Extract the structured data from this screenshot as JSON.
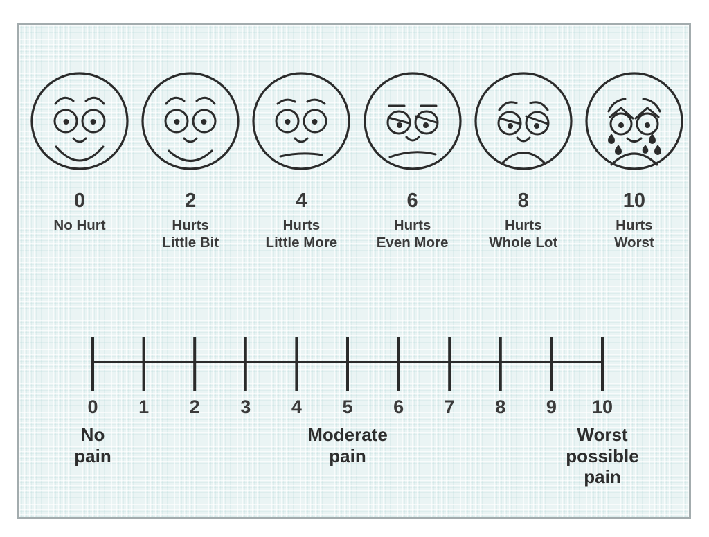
{
  "colors": {
    "page_bg": "#ffffff",
    "panel_bg": "#eaf4f4",
    "panel_border": "#a3acae",
    "ink": "#2b2b2b",
    "text": "#3a3a3a"
  },
  "faces_scale": {
    "faces": [
      {
        "value": "0",
        "label_lines": [
          "No Hurt"
        ],
        "expression": "big-smile"
      },
      {
        "value": "2",
        "label_lines": [
          "Hurts",
          "Little Bit"
        ],
        "expression": "smile"
      },
      {
        "value": "4",
        "label_lines": [
          "Hurts",
          "Little More"
        ],
        "expression": "neutral"
      },
      {
        "value": "6",
        "label_lines": [
          "Hurts",
          "Even More"
        ],
        "expression": "slight-frown"
      },
      {
        "value": "8",
        "label_lines": [
          "Hurts",
          "Whole Lot"
        ],
        "expression": "frown"
      },
      {
        "value": "10",
        "label_lines": [
          "Hurts",
          "Worst"
        ],
        "expression": "crying"
      }
    ]
  },
  "numeric_scale": {
    "tick_labels": [
      "0",
      "1",
      "2",
      "3",
      "4",
      "5",
      "6",
      "7",
      "8",
      "9",
      "10"
    ],
    "anchors": [
      {
        "position": 0,
        "lines": [
          "No",
          "pain"
        ]
      },
      {
        "position": 5,
        "lines": [
          "Moderate",
          "pain"
        ]
      },
      {
        "position": 10,
        "lines": [
          "Worst",
          "possible",
          "pain"
        ]
      }
    ]
  }
}
